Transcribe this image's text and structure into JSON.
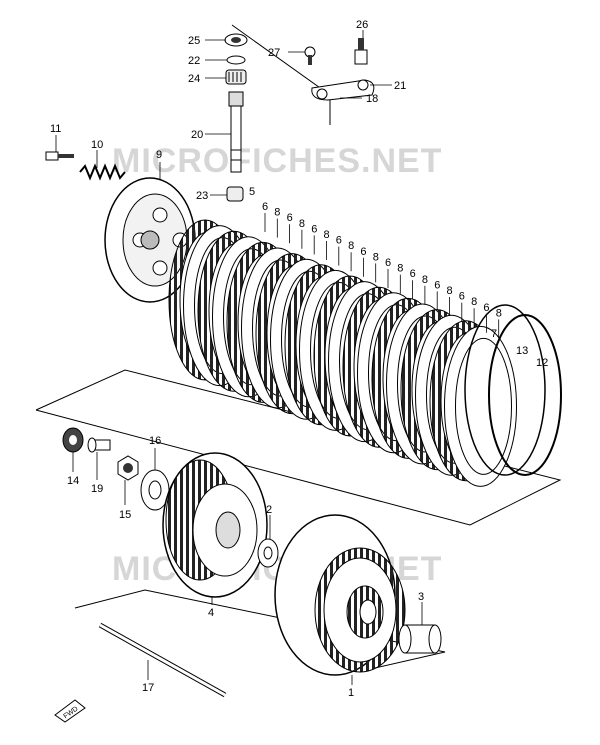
{
  "watermark": "MICROFICHES.NET",
  "parts": [
    {
      "key": "p1",
      "number": "1"
    },
    {
      "key": "p2",
      "number": "2"
    },
    {
      "key": "p3",
      "number": "3"
    },
    {
      "key": "p4",
      "number": "4"
    },
    {
      "key": "p5",
      "number": "5"
    },
    {
      "key": "p6",
      "number": "6"
    },
    {
      "key": "p7",
      "number": "7"
    },
    {
      "key": "p8",
      "number": "8"
    },
    {
      "key": "p9",
      "number": "9"
    },
    {
      "key": "p10",
      "number": "10"
    },
    {
      "key": "p11",
      "number": "11"
    },
    {
      "key": "p12",
      "number": "12"
    },
    {
      "key": "p13",
      "number": "13"
    },
    {
      "key": "p14",
      "number": "14"
    },
    {
      "key": "p15",
      "number": "15"
    },
    {
      "key": "p16",
      "number": "16"
    },
    {
      "key": "p17",
      "number": "17"
    },
    {
      "key": "p18",
      "number": "18"
    },
    {
      "key": "p19",
      "number": "19"
    },
    {
      "key": "p20",
      "number": "20"
    },
    {
      "key": "p21",
      "number": "21"
    },
    {
      "key": "p22",
      "number": "22"
    },
    {
      "key": "p23",
      "number": "23"
    },
    {
      "key": "p24",
      "number": "24"
    },
    {
      "key": "p25",
      "number": "25"
    },
    {
      "key": "p26",
      "number": "26"
    },
    {
      "key": "p27",
      "number": "27"
    }
  ],
  "clutch_plate_callouts": [
    "6",
    "8",
    "6",
    "8",
    "6",
    "8",
    "6",
    "8",
    "6",
    "8",
    "6",
    "8",
    "6",
    "8",
    "6",
    "8",
    "6",
    "8",
    "6",
    "8"
  ],
  "fwd_marker": "FWD"
}
